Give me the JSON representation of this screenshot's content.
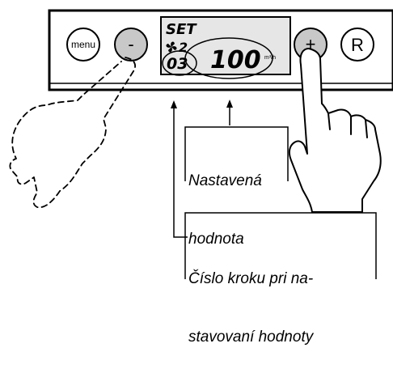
{
  "control_panel": {
    "buttons": {
      "menu": "menu",
      "minus": "-",
      "plus": "+",
      "reset": "R"
    },
    "display": {
      "mode": "SET",
      "fan_level": "2",
      "step_number": "03",
      "value": "100",
      "unit": "m³/h"
    }
  },
  "callouts": {
    "set_value": [
      "Nastavená",
      "hodnota"
    ],
    "step_number": [
      "Číslo kroku pri na-",
      "stavovaní hodnoty"
    ]
  }
}
